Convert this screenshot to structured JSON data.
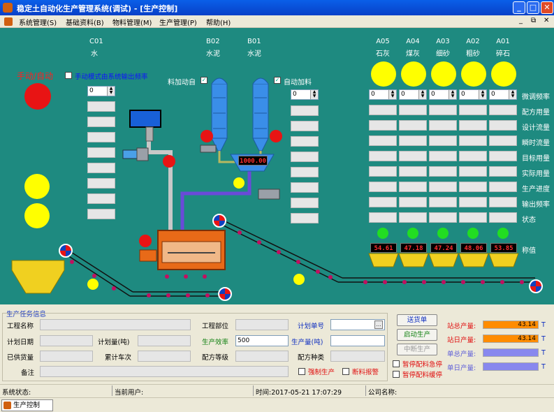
{
  "window": {
    "title": "稳定土自动化生产管理系统(调试) - [生产控制]",
    "min": "_",
    "max": "□",
    "close": "✕"
  },
  "menu": {
    "items": [
      "系统管理(S)",
      "基础资料(B)",
      "物料管理(M)",
      "生产管理(P)",
      "帮助(H)"
    ],
    "restore": "_",
    "mdimax": "⧉",
    "mdiclose": "✕"
  },
  "scene": {
    "mode_label": "手动/自动",
    "sys_freq_label": "手动模式由系统输出频率",
    "c01": {
      "code": "C01",
      "name": "水",
      "spin": "0"
    },
    "b02": {
      "code": "B02",
      "name": "水泥"
    },
    "b01": {
      "code": "B01",
      "name": "水泥",
      "spin": "0"
    },
    "manual_feed_label": "料加动自",
    "auto_feed_label": "自动加料",
    "hopper_display": "1000.00",
    "aggregates": [
      {
        "code": "A05",
        "name": "石灰",
        "spin": "0",
        "weight": "54.61"
      },
      {
        "code": "A04",
        "name": "煤灰",
        "spin": "0",
        "weight": "47.18"
      },
      {
        "code": "A03",
        "name": "细砂",
        "spin": "0",
        "weight": "47.24"
      },
      {
        "code": "A02",
        "name": "粗砂",
        "spin": "0",
        "weight": "48.06"
      },
      {
        "code": "A01",
        "name": "碎石",
        "spin": "0",
        "weight": "53.85"
      }
    ],
    "row_labels": [
      "微调频率",
      "配方用量",
      "设计流量",
      "瞬时流量",
      "目标用量",
      "实际用量",
      "生产进度",
      "输出频率",
      "状态"
    ],
    "weigh_label": "称值"
  },
  "task": {
    "group_title": "生产任务信息",
    "project_name_label": "工程名称",
    "project_part_label": "工程部位",
    "plan_no_label": "计划单号",
    "plan_date_label": "计划日期",
    "plan_qty_label": "计划量(吨)",
    "efficiency_label": "生产效率",
    "efficiency_value": "500",
    "output_label": "生产量(吨)",
    "supplied_label": "已供货量",
    "trips_label": "累计车次",
    "grade_label": "配方等级",
    "formula_type_label": "配方种类",
    "remark_label": "备注",
    "force_label": "强制生产",
    "break_alarm_label": "断料报警",
    "browse": "…"
  },
  "controls": {
    "deliver": "送货单",
    "start": "启动生产",
    "stop": "中断生产",
    "pause_emergency": "暂停配料急停",
    "pause_wait": "暂停配料缓停"
  },
  "stats": {
    "station_total_label": "站总产量:",
    "station_total_value": "43.14",
    "station_total_fill": 1.0,
    "station_day_label": "站日产量:",
    "station_day_value": "43.14",
    "station_day_fill": 1.0,
    "single_total_label": "单总产量:",
    "single_day_label": "单日产量:",
    "unit": "T"
  },
  "status": {
    "system": "系统状态:",
    "user": "当前用户:",
    "time": "时间:2017-05-21 17:07:29",
    "company": "公司名称:"
  },
  "taskbar": {
    "item": "生产控制"
  },
  "colors": {
    "scene_bg": "#1e8a80",
    "lamp_red": "#e81414",
    "lamp_yellow": "#ffff00",
    "lamp_green": "#22dd22",
    "silo_blue": "#3a8ee8",
    "mixer_orange": "#e86a18",
    "bar_orange": "#ff8c00",
    "bar_blue": "#8888ee"
  }
}
